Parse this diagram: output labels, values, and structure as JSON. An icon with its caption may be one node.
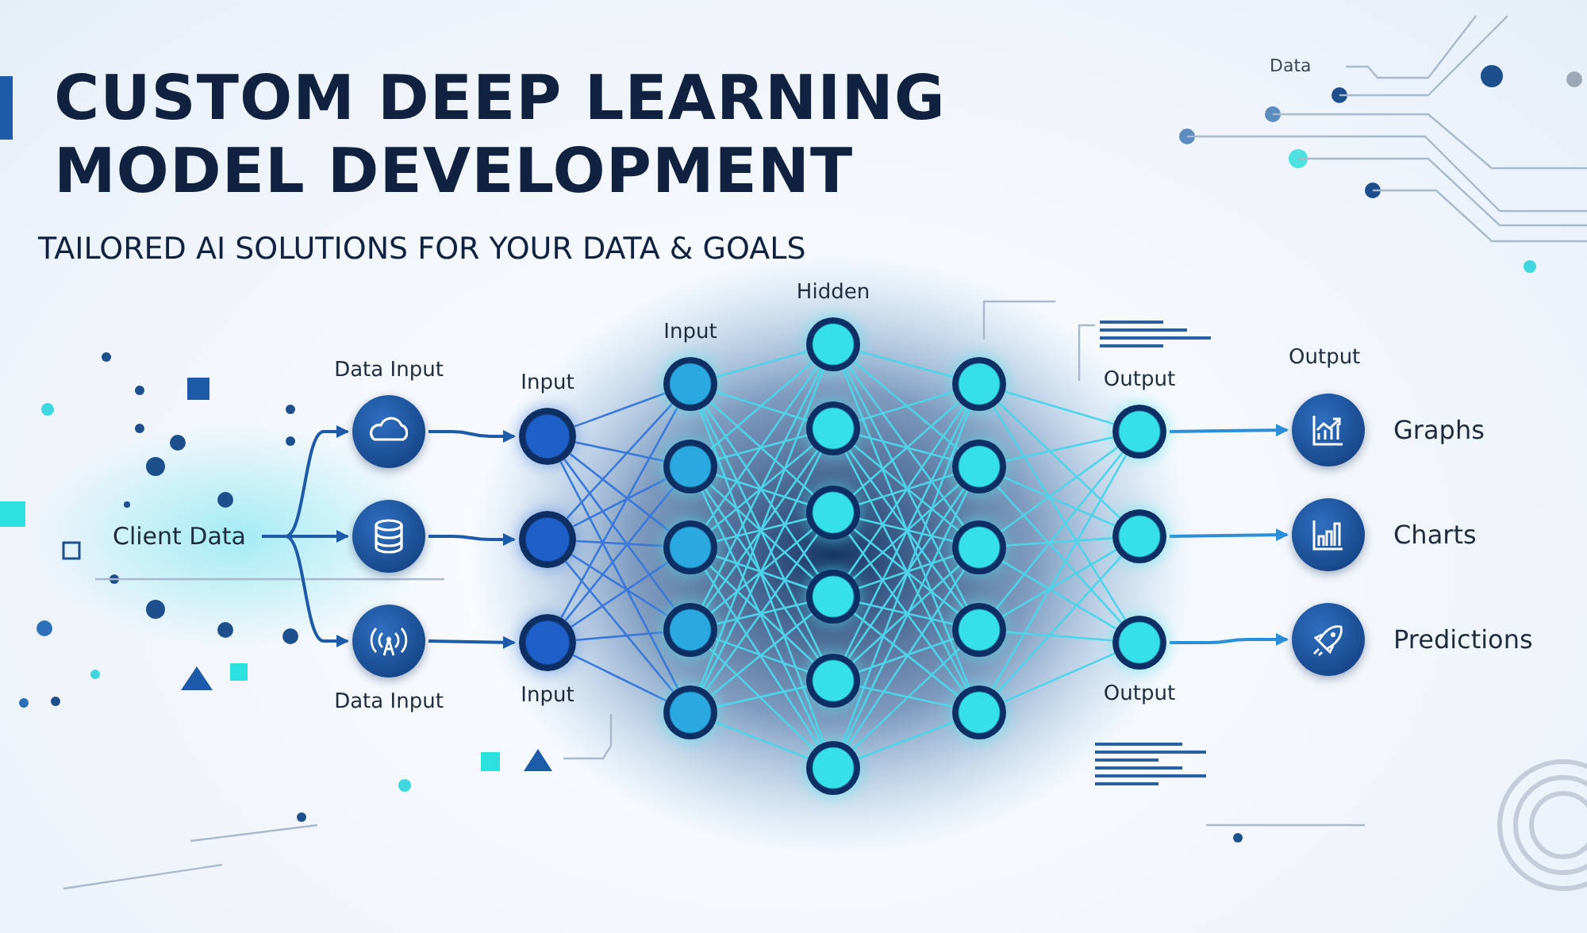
{
  "diagram": {
    "title": "CUSTOM DEEP LEARNING MODEL DEVELOPMENT",
    "nodes": [
      {
        "text": [
          "Client Data"
        ]
      },
      {
        "text": [
          "Data Input"
        ]
      },
      {
        "text": [],
        "shape": "circle"
      },
      {
        "text": [
          "Data Input"
        ]
      },
      {
        "text": [
          "Input"
        ]
      },
      {
        "text": [],
        "shape": "circle"
      },
      {
        "text": [
          "Input"
        ]
      },
      {
        "text": [
          "Input"
        ]
      },
      {
        "text": [],
        "shape": "circle"
      },
      {
        "text": [],
        "shape": "circle"
      },
      {
        "text": [],
        "shape": "circle"
      },
      {
        "text": [],
        "shape": "circle"
      },
      {
        "text": [
          "Hidden"
        ]
      },
      {
        "text": [],
        "shape": "circle"
      },
      {
        "text": [],
        "shape": "circle"
      },
      {
        "text": [],
        "shape": "circle"
      },
      {
        "text": [],
        "shape": "circle"
      },
      {
        "text": [],
        "shape": "circle"
      },
      {
        "text": [],
        "shape": "circle"
      },
      {
        "text": [],
        "shape": "circle"
      },
      {
        "text": [],
        "shape": "circle"
      },
      {
        "text": [],
        "shape": "circle"
      },
      {
        "text": [],
        "shape": "circle"
      },
      {
        "text": [
          "Output"
        ]
      },
      {
        "text": [],
        "shape": "circle"
      },
      {
        "text": [
          "Output"
        ]
      },
      {
        "text": [],
        "shape": "circle",
        "beside": [
          "Graphs"
        ]
      },
      {
        "text": [],
        "shape": "circle",
        "beside": [
          "Charts"
        ]
      },
      {
        "text": [],
        "shape": "circle",
        "beside": [
          "Predictions"
        ]
      }
    ],
    "edges": [
      {
        "from": 0,
        "to": 1,
        "arrow": "to",
        "color": "#1d5aa8"
      },
      {
        "from": 0,
        "to": 2,
        "arrow": "to",
        "color": "#1d5aa8"
      },
      {
        "from": 0,
        "to": 3,
        "arrow": "to",
        "color": "#1d5aa8"
      },
      {
        "from": 1,
        "to": 4,
        "arrow": "to",
        "color": "#1d5aa8"
      },
      {
        "from": 2,
        "to": 5,
        "arrow": "to",
        "color": "#1d5aa8"
      },
      {
        "from": 3,
        "to": 6,
        "arrow": "to",
        "color": "#1d5aa8"
      },
      {
        "from": 4,
        "to": 7,
        "arrow": "none",
        "color": "#3a78d8"
      },
      {
        "from": 4,
        "to": 8,
        "arrow": "none",
        "color": "#3a78d8"
      },
      {
        "from": 4,
        "to": 9,
        "arrow": "none",
        "color": "#3a78d8"
      },
      {
        "from": 4,
        "to": 10,
        "arrow": "none",
        "color": "#3a78d8"
      },
      {
        "from": 4,
        "to": 11,
        "arrow": "none",
        "color": "#3a78d8"
      },
      {
        "from": 5,
        "to": 7,
        "arrow": "none",
        "color": "#3a78d8"
      },
      {
        "from": 5,
        "to": 8,
        "arrow": "none",
        "color": "#3a78d8"
      },
      {
        "from": 5,
        "to": 9,
        "arrow": "none",
        "color": "#3a78d8"
      },
      {
        "from": 5,
        "to": 10,
        "arrow": "none",
        "color": "#3a78d8"
      },
      {
        "from": 5,
        "to": 11,
        "arrow": "none",
        "color": "#3a78d8"
      },
      {
        "from": 6,
        "to": 7,
        "arrow": "none",
        "color": "#3a78d8"
      },
      {
        "from": 6,
        "to": 8,
        "arrow": "none",
        "color": "#3a78d8"
      },
      {
        "from": 6,
        "to": 9,
        "arrow": "none",
        "color": "#3a78d8"
      },
      {
        "from": 6,
        "to": 10,
        "arrow": "none",
        "color": "#3a78d8"
      },
      {
        "from": 6,
        "to": 11,
        "arrow": "none",
        "color": "#3a78d8"
      },
      {
        "from": 7,
        "to": 12,
        "arrow": "none"
      },
      {
        "from": 7,
        "to": 13,
        "arrow": "none"
      },
      {
        "from": 7,
        "to": 14,
        "arrow": "none"
      },
      {
        "from": 7,
        "to": 15,
        "arrow": "none"
      },
      {
        "from": 7,
        "to": 16,
        "arrow": "none"
      },
      {
        "from": 7,
        "to": 17,
        "arrow": "none"
      },
      {
        "from": 8,
        "to": 12,
        "arrow": "none"
      },
      {
        "from": 8,
        "to": 13,
        "arrow": "none"
      },
      {
        "from": 8,
        "to": 14,
        "arrow": "none"
      },
      {
        "from": 8,
        "to": 15,
        "arrow": "none"
      },
      {
        "from": 8,
        "to": 16,
        "arrow": "none"
      },
      {
        "from": 8,
        "to": 17,
        "arrow": "none"
      },
      {
        "from": 9,
        "to": 12,
        "arrow": "none"
      },
      {
        "from": 9,
        "to": 13,
        "arrow": "none"
      },
      {
        "from": 9,
        "to": 14,
        "arrow": "none"
      },
      {
        "from": 9,
        "to": 15,
        "arrow": "none"
      },
      {
        "from": 9,
        "to": 16,
        "arrow": "none"
      },
      {
        "from": 9,
        "to": 17,
        "arrow": "none"
      },
      {
        "from": 10,
        "to": 12,
        "arrow": "none"
      },
      {
        "from": 10,
        "to": 13,
        "arrow": "none"
      },
      {
        "from": 10,
        "to": 14,
        "arrow": "none"
      },
      {
        "from": 10,
        "to": 15,
        "arrow": "none"
      },
      {
        "from": 10,
        "to": 16,
        "arrow": "none"
      },
      {
        "from": 10,
        "to": 17,
        "arrow": "none"
      },
      {
        "from": 11,
        "to": 12,
        "arrow": "none"
      },
      {
        "from": 11,
        "to": 13,
        "arrow": "none"
      },
      {
        "from": 11,
        "to": 14,
        "arrow": "none"
      },
      {
        "from": 11,
        "to": 15,
        "arrow": "none"
      },
      {
        "from": 11,
        "to": 16,
        "arrow": "none"
      },
      {
        "from": 11,
        "to": 17,
        "arrow": "none"
      },
      {
        "from": 12,
        "to": 18,
        "arrow": "none"
      },
      {
        "from": 12,
        "to": 19,
        "arrow": "none"
      },
      {
        "from": 12,
        "to": 20,
        "arrow": "none"
      },
      {
        "from": 12,
        "to": 21,
        "arrow": "none"
      },
      {
        "from": 12,
        "to": 22,
        "arrow": "none"
      },
      {
        "from": 13,
        "to": 18,
        "arrow": "none"
      },
      {
        "from": 13,
        "to": 19,
        "arrow": "none"
      },
      {
        "from": 13,
        "to": 20,
        "arrow": "none"
      },
      {
        "from": 13,
        "to": 21,
        "arrow": "none"
      },
      {
        "from": 13,
        "to": 22,
        "arrow": "none"
      },
      {
        "from": 14,
        "to": 18,
        "arrow": "none"
      },
      {
        "from": 14,
        "to": 19,
        "arrow": "none"
      },
      {
        "from": 14,
        "to": 20,
        "arrow": "none"
      },
      {
        "from": 14,
        "to": 21,
        "arrow": "none"
      },
      {
        "from": 14,
        "to": 22,
        "arrow": "none"
      },
      {
        "from": 15,
        "to": 18,
        "arrow": "none"
      },
      {
        "from": 15,
        "to": 19,
        "arrow": "none"
      },
      {
        "from": 15,
        "to": 20,
        "arrow": "none"
      },
      {
        "from": 15,
        "to": 21,
        "arrow": "none"
      },
      {
        "from": 15,
        "to": 22,
        "arrow": "none"
      },
      {
        "from": 16,
        "to": 18,
        "arrow": "none"
      },
      {
        "from": 16,
        "to": 19,
        "arrow": "none"
      },
      {
        "from": 16,
        "to": 20,
        "arrow": "none"
      },
      {
        "from": 16,
        "to": 21,
        "arrow": "none"
      },
      {
        "from": 16,
        "to": 22,
        "arrow": "none"
      },
      {
        "from": 17,
        "to": 18,
        "arrow": "none"
      },
      {
        "from": 17,
        "to": 19,
        "arrow": "none"
      },
      {
        "from": 17,
        "to": 20,
        "arrow": "none"
      },
      {
        "from": 17,
        "to": 21,
        "arrow": "none"
      },
      {
        "from": 17,
        "to": 22,
        "arrow": "none"
      },
      {
        "from": 18,
        "to": 23,
        "arrow": "none"
      },
      {
        "from": 18,
        "to": 24,
        "arrow": "none"
      },
      {
        "from": 18,
        "to": 25,
        "arrow": "none"
      },
      {
        "from": 19,
        "to": 23,
        "arrow": "none"
      },
      {
        "from": 19,
        "to": 24,
        "arrow": "none"
      },
      {
        "from": 19,
        "to": 25,
        "arrow": "none"
      },
      {
        "from": 20,
        "to": 23,
        "arrow": "none"
      },
      {
        "from": 20,
        "to": 24,
        "arrow": "none"
      },
      {
        "from": 20,
        "to": 25,
        "arrow": "none"
      },
      {
        "from": 21,
        "to": 23,
        "arrow": "none"
      },
      {
        "from": 21,
        "to": 24,
        "arrow": "none"
      },
      {
        "from": 21,
        "to": 25,
        "arrow": "none"
      },
      {
        "from": 22,
        "to": 23,
        "arrow": "none"
      },
      {
        "from": 22,
        "to": 24,
        "arrow": "none"
      },
      {
        "from": 22,
        "to": 25,
        "arrow": "none"
      },
      {
        "from": 23,
        "to": 26,
        "arrow": "to",
        "color": "#2a8fd8"
      },
      {
        "from": 24,
        "to": 27,
        "arrow": "to",
        "color": "#2a8fd8"
      },
      {
        "from": 25,
        "to": 28,
        "arrow": "to",
        "color": "#2a8fd8"
      }
    ],
    "labels": [
      "TAILORED AI SOLUTIONS FOR YOUR DATA & GOALS",
      "Data",
      "Output"
    ]
  }
}
